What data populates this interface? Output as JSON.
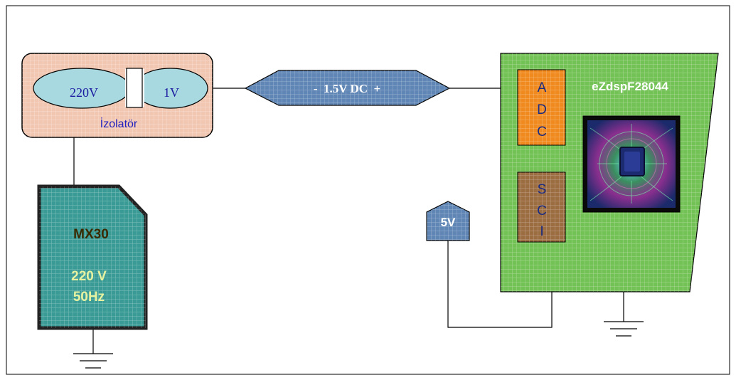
{
  "isolator": {
    "input_label": "220V",
    "output_label": "1V",
    "title": "İzolatör"
  },
  "signal": {
    "label": "-  1.5V DC  +"
  },
  "source": {
    "name": "MX30",
    "voltage": "220 V",
    "frequency": "50Hz"
  },
  "board": {
    "name": "eZdspF28044",
    "adc_letters": [
      "A",
      "D",
      "C"
    ],
    "sci_letters": [
      "S",
      "C",
      "I"
    ]
  },
  "power": {
    "label": "5V"
  },
  "colors": {
    "isolator_fill": "#f2c7b2",
    "ellipse_fill": "#a8d8e0",
    "signal_fill": "#5f86b5",
    "source_fill": "#3a9a96",
    "board_fill": "#73c255",
    "adc_fill": "#f08a1e",
    "sci_fill": "#9b6d40",
    "power_fill": "#5f86b5"
  }
}
